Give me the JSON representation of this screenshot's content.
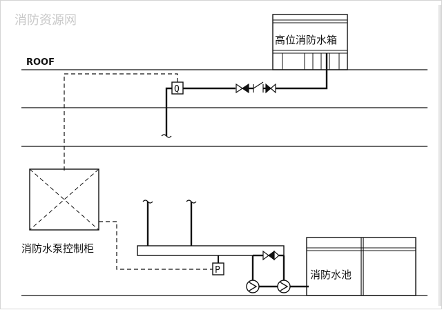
{
  "watermark": "消防资源网",
  "labels": {
    "roof": "ROOF",
    "high_tank": "高位消防水箱",
    "control_cabinet": "消防水泵控制柜",
    "water_pool": "消防水池",
    "flow_switch": "Q",
    "pressure_switch": "P"
  },
  "colors": {
    "line": "#111111",
    "watermark": "#c9c9c9",
    "background": "#ffffff"
  }
}
